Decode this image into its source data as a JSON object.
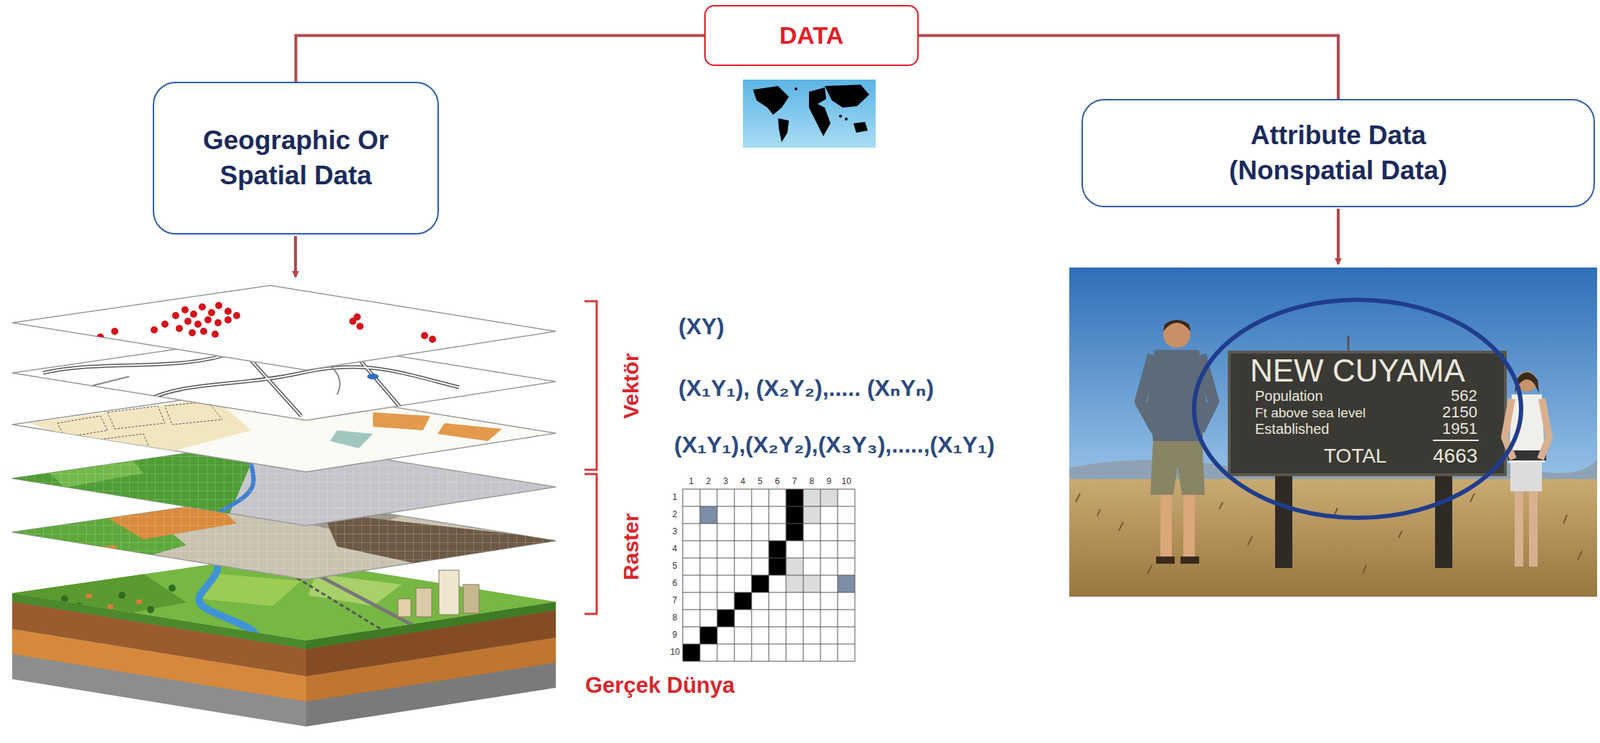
{
  "diagram": {
    "nodes": [
      {
        "text": [
          "DATA"
        ]
      },
      {
        "text": [
          "Geographic Or Spatial Data"
        ]
      },
      {
        "text": [
          "Attribute Data (Nonspatial Data)"
        ]
      }
    ],
    "edges": [
      {
        "from": 0,
        "to": 1,
        "arrow": "none"
      },
      {
        "from": 0,
        "to": 2,
        "arrow": "none"
      }
    ],
    "labels": [
      "Vektör",
      "(XY)",
      "(X₁Y₁), (X₂Y₂),..... (XₙYₙ)",
      "(X₁Y₁),(X₂Y₂),(X₃Y₃),.....,(X₁Y₁)",
      "Raster",
      "1",
      "2",
      "3",
      "4",
      "5",
      "6",
      "7",
      "8",
      "9",
      "10",
      "1",
      "2",
      "3",
      "4",
      "5",
      "6",
      "7",
      "8",
      "9",
      "10",
      "Gerçek Dünya",
      "NEW CUYAMA",
      "Population",
      "562",
      "Ft above sea level",
      "2150",
      "Established",
      "1951",
      "TOTAL",
      "4663"
    ]
  }
}
